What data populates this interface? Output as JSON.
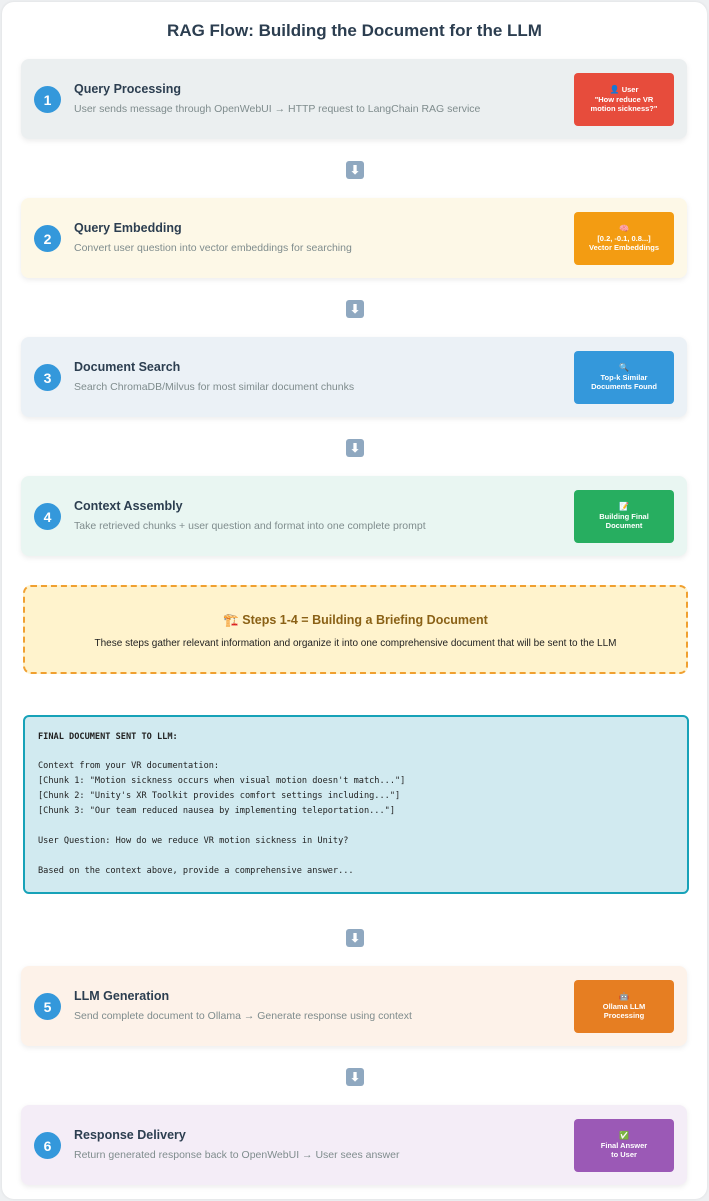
{
  "title": "RAG Flow: Building the Document for the LLM",
  "arrow_glyph": "⬇",
  "steps": [
    {
      "num": "1",
      "title": "Query Processing",
      "desc": "User sends message through OpenWebUI → HTTP request to LangChain RAG service",
      "badge_icon": "👤",
      "badge_lines": [
        "User",
        "\"How reduce VR",
        "motion sickness?\""
      ],
      "badge_color": "#e74c3c",
      "bg": "#ebeff0"
    },
    {
      "num": "2",
      "title": "Query Embedding",
      "desc": "Convert user question into vector embeddings for searching",
      "badge_icon": "🧠",
      "badge_lines": [
        "[0.2, -0.1, 0.8...]",
        "Vector Embeddings"
      ],
      "badge_color": "#f39c12",
      "bg": "#fdf8e7"
    },
    {
      "num": "3",
      "title": "Document Search",
      "desc": "Search ChromaDB/Milvus for most similar document chunks",
      "badge_icon": "🔍",
      "badge_lines": [
        "Top-k Similar",
        "Documents Found"
      ],
      "badge_color": "#3498db",
      "bg": "#ebf1f6"
    },
    {
      "num": "4",
      "title": "Context Assembly",
      "desc": "Take retrieved chunks + user question and format into one complete prompt",
      "badge_icon": "📝",
      "badge_lines": [
        "Building Final",
        "Document"
      ],
      "badge_color": "#27ae60",
      "bg": "#e9f6f2"
    },
    {
      "num": "5",
      "title": "LLM Generation",
      "desc": "Send complete document to Ollama → Generate response using context",
      "badge_icon": "🤖",
      "badge_lines": [
        "Ollama LLM",
        "Processing"
      ],
      "badge_color": "#e67e22",
      "bg": "#fdf2e9"
    },
    {
      "num": "6",
      "title": "Response Delivery",
      "desc": "Return generated response back to OpenWebUI → User sees answer",
      "badge_icon": "✅",
      "badge_lines": [
        "Final Answer",
        "to User"
      ],
      "badge_color": "#9b59b6",
      "bg": "#f4edf7"
    }
  ],
  "briefing": {
    "title": "🏗️ Steps 1-4 = Building a Briefing Document",
    "desc": "These steps gather relevant information and organize it into one comprehensive document that will be sent to the LLM"
  },
  "final_doc": {
    "heading": "FINAL DOCUMENT SENT TO LLM:",
    "context_intro": "Context from your VR documentation:",
    "chunks": [
      "[Chunk 1: \"Motion sickness occurs when visual motion doesn't match...\"]",
      "[Chunk 2: \"Unity's XR Toolkit provides comfort settings including...\"]",
      "[Chunk 3: \"Our team reduced nausea by implementing teleportation...\"]"
    ],
    "question": "User Question: How do we reduce VR motion sickness in Unity?",
    "instruction": "Based on the context above, provide a comprehensive answer..."
  }
}
